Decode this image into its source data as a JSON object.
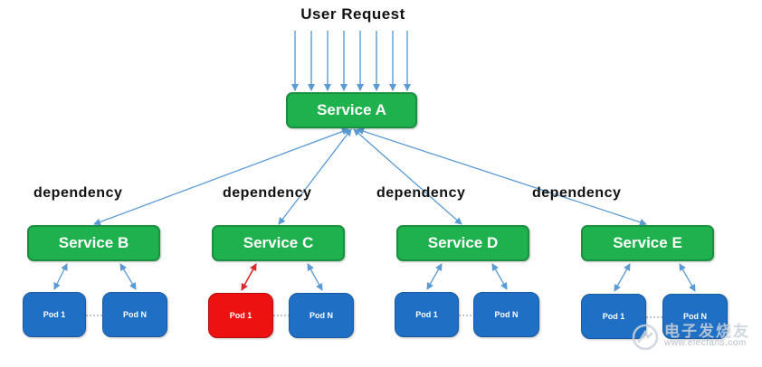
{
  "title": "User Request",
  "dependency_label": "dependency",
  "colors": {
    "service_green": "#20b14f",
    "pod_blue": "#1f6fc5",
    "pod_failed_red": "#ee1111",
    "arrow_blue": "#5b9bd5",
    "arrow_red": "#d62b2b"
  },
  "root_service": "Service A",
  "dependencies": [
    {
      "service": "Service B",
      "pods": [
        {
          "label": "Pod 1",
          "status": "healthy"
        },
        {
          "label": "Pod N",
          "status": "healthy"
        }
      ]
    },
    {
      "service": "Service C",
      "pods": [
        {
          "label": "Pod 1",
          "status": "failed"
        },
        {
          "label": "Pod N",
          "status": "healthy"
        }
      ]
    },
    {
      "service": "Service D",
      "pods": [
        {
          "label": "Pod 1",
          "status": "healthy"
        },
        {
          "label": "Pod N",
          "status": "healthy"
        }
      ]
    },
    {
      "service": "Service E",
      "pods": [
        {
          "label": "Pod 1",
          "status": "healthy"
        },
        {
          "label": "Pod N",
          "status": "healthy"
        }
      ]
    }
  ],
  "watermark": {
    "text_cn": "电子发烧友",
    "text_en": "www.elecfans.com"
  }
}
